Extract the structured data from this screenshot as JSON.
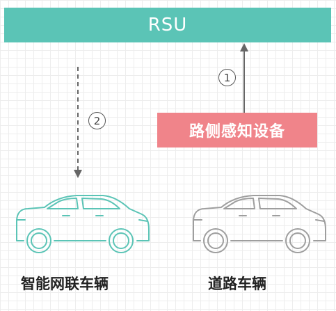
{
  "rsu": {
    "label": "RSU"
  },
  "sensor": {
    "label": "路侧感知设备"
  },
  "steps": {
    "one": "1",
    "two": "2"
  },
  "cars": {
    "smart": {
      "caption": "智能网联车辆",
      "color": "#5bc4b6"
    },
    "road": {
      "caption": "道路车辆",
      "color": "#9e9e9e"
    }
  },
  "colors": {
    "rsu_fill": "#5bc4b6",
    "sensor_fill": "#f0848a",
    "arrow": "#666666"
  }
}
